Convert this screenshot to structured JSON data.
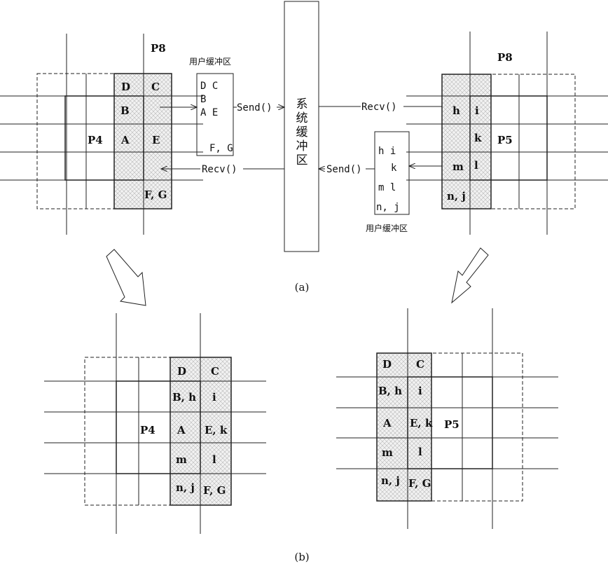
{
  "system_buffer": {
    "label": "系统缓冲区"
  },
  "panel_a": {
    "left": {
      "proc_label": "P4",
      "neighbor_label": "P8",
      "cells": {
        "D": "D",
        "C": "C",
        "B": "B",
        "A": "A",
        "E": "E",
        "FG": "F, G"
      },
      "buffer": {
        "caption": "用户缓冲区",
        "lines": [
          "D C",
          "B",
          "A E",
          "F, G"
        ]
      },
      "send_label": "Send()",
      "recv_label": "Recv()"
    },
    "right": {
      "proc_label": "P5",
      "neighbor_label": "P8",
      "cells": {
        "h": "h",
        "i": "i",
        "k": "k",
        "m": "m",
        "l": "l",
        "nj": "n, j"
      },
      "buffer": {
        "caption": "用户缓冲区",
        "lines": [
          "h i",
          "k",
          "m l",
          "n, j"
        ]
      },
      "send_label": "Send()",
      "recv_label": "Recv()"
    },
    "caption": "(a)"
  },
  "panel_b": {
    "left": {
      "proc_label": "P4",
      "cells": [
        "D",
        "C",
        "B, h",
        "i",
        "A",
        "E, k",
        "m",
        "l",
        "n, j",
        "F, G"
      ]
    },
    "right": {
      "proc_label": "P5",
      "cells": [
        "D",
        "C",
        "B, h",
        "i",
        "A",
        "E, k",
        "m",
        "l",
        "n, j",
        "F, G"
      ]
    },
    "caption": "(b)"
  }
}
